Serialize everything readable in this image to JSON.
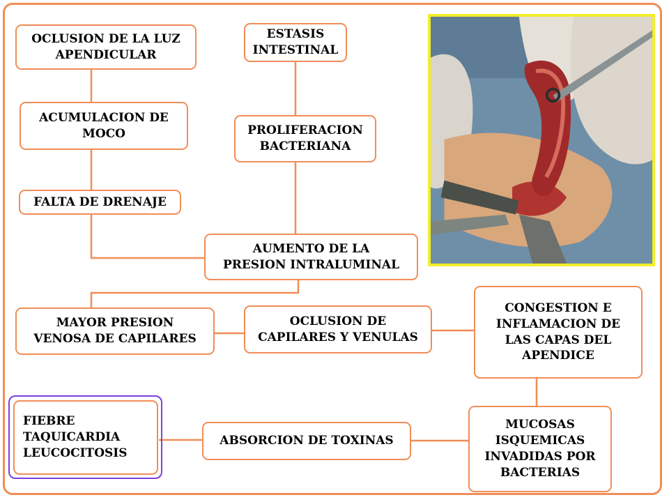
{
  "boxes": {
    "oclusion_luz": "OCLUSION DE LA LUZ\nAPENDICULAR",
    "acumulacion_moco": "ACUMULACION DE\nMOCO",
    "falta_drenaje": "FALTA DE DRENAJE",
    "estasis": "ESTASIS\nINTESTINAL",
    "proliferacion": "PROLIFERACION\nBACTERIANA",
    "aumento_presion": "AUMENTO DE LA\nPRESION INTRALUMINAL",
    "mayor_presion": "MAYOR PRESION\nVENOSA DE CAPILARES",
    "oclusion_capilares": "OCLUSION DE\nCAPILARES Y VENULAS",
    "congestion": "CONGESTION E\nINFLAMACION DE\nLAS CAPAS DEL\nAPENDICE",
    "mucosas": "MUCOSAS\nISQUEMICAS\nINVADIDAS POR\nBACTERIAS",
    "absorcion": "ABSORCION DE TOXINAS",
    "sintomas": "FIEBRE\nTAQUICARDIA\nLEUCOCITOSIS"
  },
  "colors": {
    "box_border": "#f08d57",
    "highlight_border": "#7b3fe0",
    "photo_border": "#f2ee2b"
  }
}
